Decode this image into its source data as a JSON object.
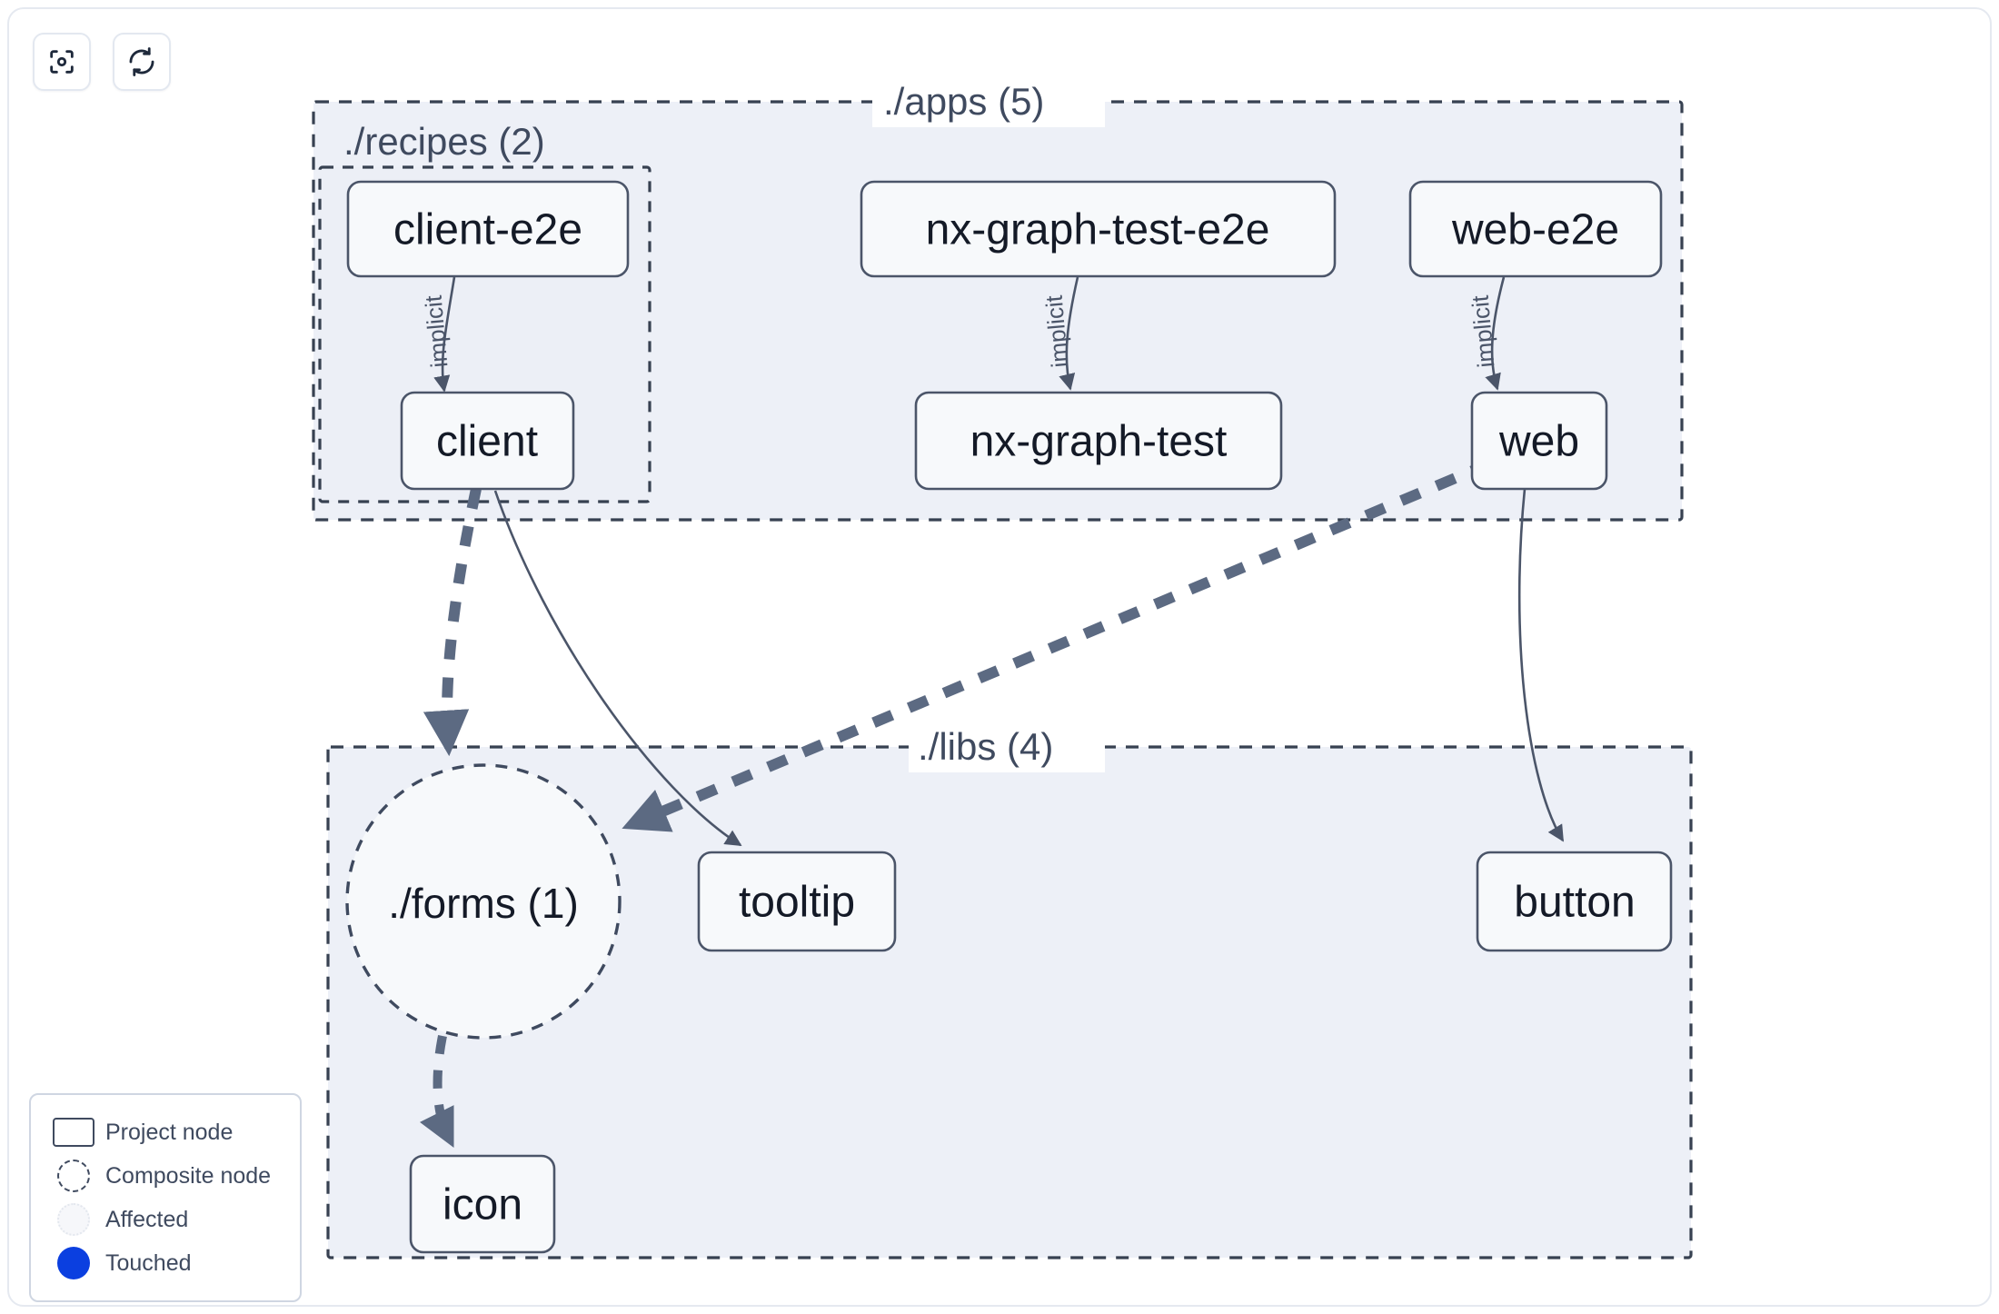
{
  "toolbar": {
    "buttons": [
      {
        "name": "focus-graph-button",
        "icon": "focus-scan-icon",
        "label": ""
      },
      {
        "name": "refresh-graph-button",
        "icon": "refresh-icon",
        "label": ""
      }
    ]
  },
  "graph": {
    "type": "dependency-graph",
    "groups": [
      {
        "id": "apps",
        "label": "./apps (5)",
        "count": 5
      },
      {
        "id": "recipes",
        "label": "./recipes (2)",
        "count": 2
      },
      {
        "id": "libs",
        "label": "./libs (4)",
        "count": 4
      }
    ],
    "nodes": [
      {
        "id": "client-e2e",
        "label": "client-e2e",
        "kind": "project",
        "group": "recipes"
      },
      {
        "id": "client",
        "label": "client",
        "kind": "project",
        "group": "recipes"
      },
      {
        "id": "nx-graph-test-e2e",
        "label": "nx-graph-test-e2e",
        "kind": "project",
        "group": "apps"
      },
      {
        "id": "nx-graph-test",
        "label": "nx-graph-test",
        "kind": "project",
        "group": "apps"
      },
      {
        "id": "web-e2e",
        "label": "web-e2e",
        "kind": "project",
        "group": "apps"
      },
      {
        "id": "web",
        "label": "web",
        "kind": "project",
        "group": "apps"
      },
      {
        "id": "forms",
        "label": "./forms (1)",
        "kind": "composite",
        "group": "libs"
      },
      {
        "id": "tooltip",
        "label": "tooltip",
        "kind": "project",
        "group": "libs"
      },
      {
        "id": "button",
        "label": "button",
        "kind": "project",
        "group": "libs"
      },
      {
        "id": "icon",
        "label": "icon",
        "kind": "project",
        "group": "libs"
      }
    ],
    "edges": [
      {
        "source": "client-e2e",
        "target": "client",
        "label": "implicit",
        "style": "solid"
      },
      {
        "source": "nx-graph-test-e2e",
        "target": "nx-graph-test",
        "label": "implicit",
        "style": "solid"
      },
      {
        "source": "web-e2e",
        "target": "web",
        "label": "implicit",
        "style": "solid"
      },
      {
        "source": "client",
        "target": "forms",
        "label": "",
        "style": "dashed"
      },
      {
        "source": "client",
        "target": "tooltip",
        "label": "",
        "style": "solid"
      },
      {
        "source": "web",
        "target": "forms",
        "label": "",
        "style": "dashed"
      },
      {
        "source": "web",
        "target": "button",
        "label": "",
        "style": "solid"
      },
      {
        "source": "forms",
        "target": "icon",
        "label": "",
        "style": "dashed"
      }
    ]
  },
  "legend": {
    "items": [
      {
        "glyph": "rect",
        "label": "Project node"
      },
      {
        "glyph": "dashed-circle",
        "label": "Composite node"
      },
      {
        "glyph": "affected",
        "label": "Affected"
      },
      {
        "glyph": "touched",
        "label": "Touched"
      }
    ]
  },
  "colors": {
    "group_fill": "#edf0f7",
    "group_border": "#374151",
    "node_fill": "#f7f9fb",
    "node_border": "#4b5569",
    "edge": "#4b5569",
    "edge_thick": "#5c6a82",
    "text": "#141a27",
    "touched": "#0b3fe0",
    "card_border": "#e5e9f0"
  }
}
